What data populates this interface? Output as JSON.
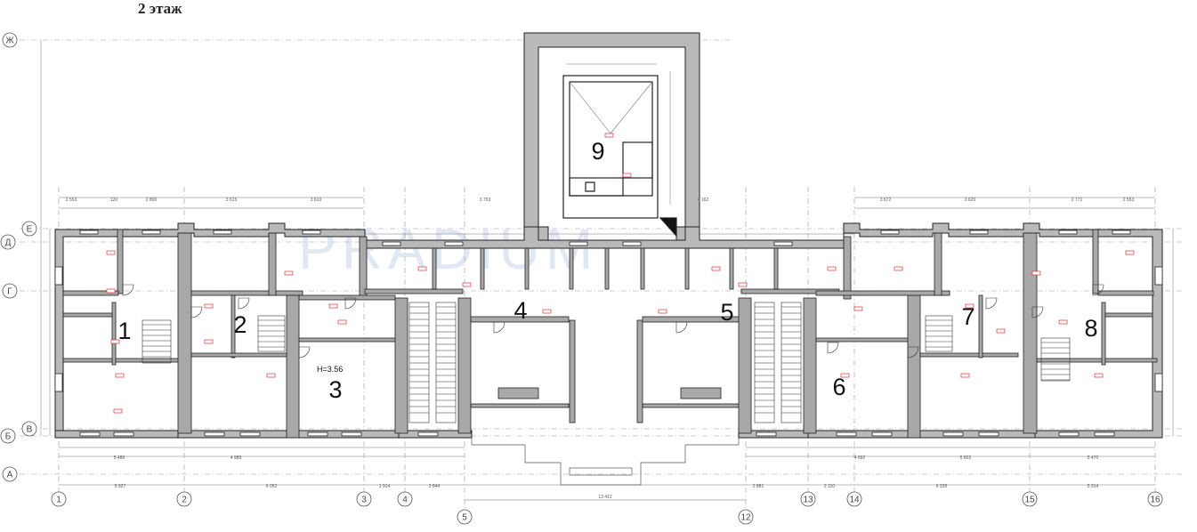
{
  "title": "2 этаж",
  "watermark": "PRADIUM",
  "room_height": "H=3.56",
  "axes_rows": [
    "Ж",
    "Е",
    "Д",
    "Г",
    "В",
    "Б",
    "А"
  ],
  "axes_cols": [
    "1",
    "2",
    "3",
    "4",
    "5",
    "12",
    "13",
    "14",
    "15",
    "16"
  ],
  "rooms": [
    "1",
    "2",
    "3",
    "4",
    "5",
    "6",
    "7",
    "8",
    "9"
  ],
  "dimensions_top": [
    "2 553",
    "120",
    "2 800",
    "3 615",
    "3 610",
    "3 753",
    "4 162",
    "3 672",
    "3 620",
    "2 771",
    "2 553"
  ],
  "dimensions_bottom": [
    "5 927",
    "6 052",
    "1 914",
    "2 844",
    "13 412",
    "2 881",
    "2 110",
    "6 335",
    "5 914"
  ],
  "dimensions_sub": [
    "5 486",
    "4 989",
    "4 692",
    "5 802",
    "5 470"
  ]
}
